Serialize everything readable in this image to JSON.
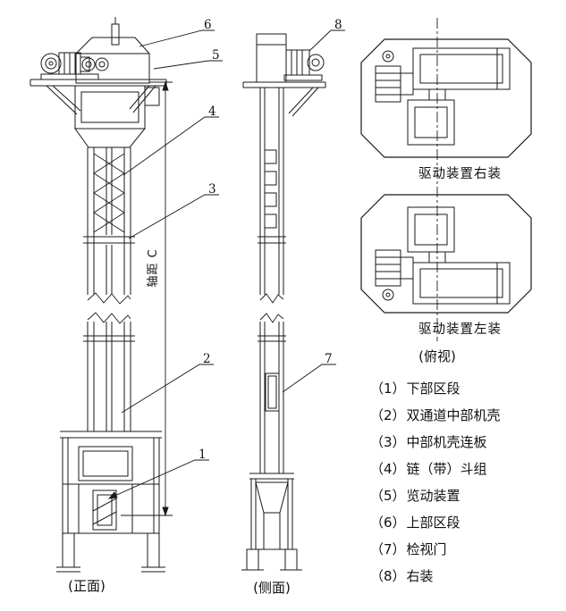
{
  "figure": {
    "callouts": [
      "1",
      "2",
      "3",
      "4",
      "5",
      "6",
      "7",
      "8"
    ],
    "axis_label": "轴距 C",
    "captions": {
      "front": "(正面)",
      "side": "(侧面)",
      "top": "(俯视)"
    },
    "drive_labels": {
      "right": "驱动装置右装",
      "left": "驱动装置左装"
    },
    "legend": [
      {
        "num": "（1）",
        "label": "下部区段"
      },
      {
        "num": "（2）",
        "label": "双通道中部机壳"
      },
      {
        "num": "（3）",
        "label": "中部机壳连板"
      },
      {
        "num": "（4）",
        "label": "链（带）斗组"
      },
      {
        "num": "（5）",
        "label": "览动装置"
      },
      {
        "num": "（6）",
        "label": "上部区段"
      },
      {
        "num": "（7）",
        "label": "检视门"
      },
      {
        "num": "（8）",
        "label": "右装"
      }
    ],
    "colors": {
      "line": "#1a1a1a",
      "background": "#ffffff"
    }
  }
}
